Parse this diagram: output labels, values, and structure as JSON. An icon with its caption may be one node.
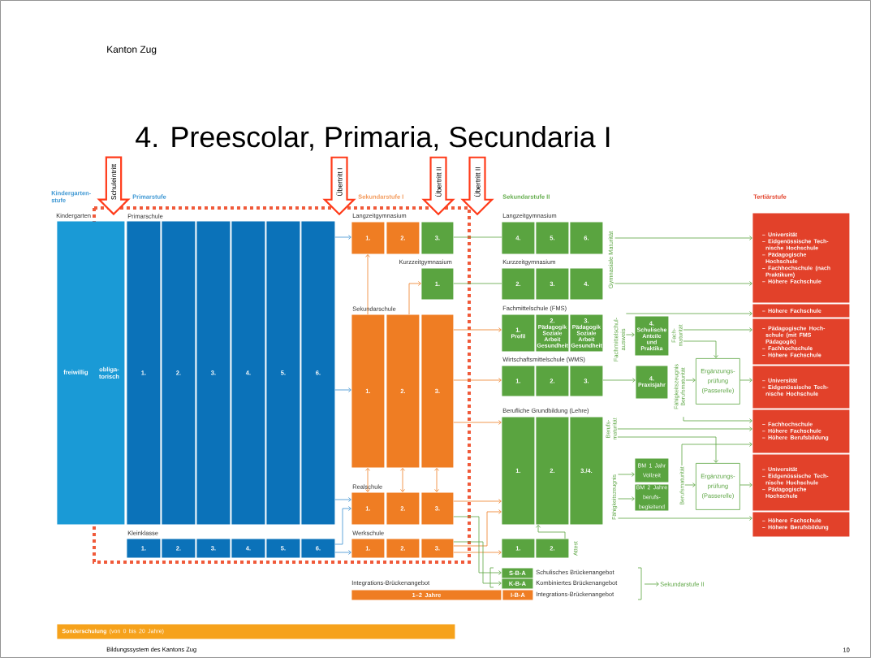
{
  "diagram": {
    "title": "4. Preescolar, Primaria, Secundaria I",
    "nodes": [
      {
        "text": [
          "freiwillig",
          "obliga- torisch"
        ]
      },
      {
        "text": [
          "1."
        ]
      },
      {
        "text": [
          "2."
        ]
      },
      {
        "text": [
          "3."
        ]
      },
      {
        "text": [
          "4."
        ]
      },
      {
        "text": [
          "5."
        ]
      },
      {
        "text": [
          "6."
        ]
      },
      {
        "text": [
          "1."
        ]
      },
      {
        "text": [
          "2."
        ]
      },
      {
        "text": [
          "3."
        ]
      },
      {
        "text": [
          "4."
        ]
      },
      {
        "text": [
          "5."
        ]
      },
      {
        "text": [
          "6."
        ]
      },
      {
        "text": [
          "1."
        ]
      },
      {
        "text": [
          "2."
        ]
      },
      {
        "text": [
          "3."
        ]
      },
      {
        "text": [
          "1."
        ]
      },
      {
        "text": [
          "1."
        ]
      },
      {
        "text": [
          "2."
        ]
      },
      {
        "text": [
          "3."
        ]
      },
      {
        "text": [
          "1."
        ]
      },
      {
        "text": [
          "2."
        ]
      },
      {
        "text": [
          "3."
        ]
      },
      {
        "text": [
          "1."
        ]
      },
      {
        "text": [
          "2."
        ]
      },
      {
        "text": [
          "3."
        ]
      },
      {
        "text": [
          "4."
        ]
      },
      {
        "text": [
          "5."
        ]
      },
      {
        "text": [
          "6."
        ]
      },
      {
        "text": [
          "2."
        ]
      },
      {
        "text": [
          "3."
        ]
      },
      {
        "text": [
          "4."
        ]
      },
      {
        "text": [
          "1.",
          "Profil"
        ]
      },
      {
        "text": [
          "2.",
          "Pädagogik Soziale Arbeit Gesundheit"
        ]
      },
      {
        "text": [
          "3.",
          "Pädagogik Soziale Arbeit Gesundheit"
        ]
      },
      {
        "text": [
          "1."
        ]
      },
      {
        "text": [
          "2."
        ]
      },
      {
        "text": [
          "3."
        ]
      },
      {
        "text": [
          "1."
        ]
      },
      {
        "text": [
          "2."
        ]
      },
      {
        "text": [
          "3./4."
        ]
      },
      {
        "text": [
          "1."
        ]
      },
      {
        "text": [
          "2."
        ]
      },
      {
        "text": [
          "S-B-A"
        ],
        "beside": [
          "Schulisches Brückenangebot"
        ]
      },
      {
        "text": [
          "K-B-A"
        ],
        "beside": [
          "Kombiniertes Brückenangebot"
        ]
      },
      {
        "text": [
          "1–2 Jahre"
        ],
        "beside": [
          "Integrations-Brückenangebot"
        ]
      },
      {
        "text": [
          "I-B-A"
        ],
        "beside": [
          "Integrations-Brückenangebot"
        ]
      },
      {
        "text": [
          "Sekundarstufe II"
        ]
      },
      {
        "text": [
          "Gymnasiale Maturität"
        ]
      },
      {
        "text": [
          "Fachmittelschul- ausweis"
        ]
      },
      {
        "text": [
          "4.",
          "Schulische Anteile und Praktika"
        ]
      },
      {
        "text": [
          "Fach- maturität"
        ]
      },
      {
        "text": [
          "4.",
          "Praxisjahr"
        ]
      },
      {
        "text": [
          "Fähigkeitszeugnis Berufsmaturität"
        ]
      },
      {
        "text": [
          "Ergänzungs- prüfung (Passerelle)"
        ]
      },
      {
        "text": [
          "Berufs- maturität"
        ]
      },
      {
        "text": [
          "Fähigkeitszeugnis"
        ]
      },
      {
        "text": [
          "BM 1 Jahr Vollzeit"
        ]
      },
      {
        "text": [
          "BM 2 Jahre berufs- begleitend"
        ]
      },
      {
        "text": [
          "Berufsmaturität"
        ]
      },
      {
        "text": [
          "Ergänzungs- prüfung (Passerelle)"
        ]
      },
      {
        "text": [
          "– Universität",
          "– Eidgenössische Tech- nische Hochschule",
          "– Pädagogische Hochschule",
          "– Fachhochschule (nach Praktikum)",
          "– Höhere Fachschule"
        ]
      },
      {
        "text": [
          "– Höhere Fachschule"
        ]
      },
      {
        "text": [
          "– Pädagogische Hoch- schule (mit FMS Pädagogik)",
          "– Fachhochschule",
          "– Höhere Fachschule"
        ]
      },
      {
        "text": [
          "– Universität",
          "– Eidgenössische Tech- nische Hochschule"
        ]
      },
      {
        "text": [
          "– Fachhochschule",
          "– Höhere Fachschule",
          "– Höhere Berufsbildung"
        ]
      },
      {
        "text": [
          "– Universität",
          "– Eidgenössische Tech- nische Hochschule",
          "– Pädagogische Hochschule"
        ]
      },
      {
        "text": [
          "– Höhere Fachschule",
          "– Höhere Berufsbildung"
        ]
      },
      {
        "text": [
          "Attest"
        ]
      },
      {
        "text": [
          "Schuleintritt"
        ]
      },
      {
        "text": [
          "Übertritt I"
        ]
      },
      {
        "text": [
          "Übertritt II"
        ]
      },
      {
        "text": [
          "Übertritt II"
        ]
      },
      {
        "text": [
          "**Sonderschulung** (von 0 bis 20 Jahre)"
        ]
      }
    ],
    "edges": [
      {
        "from": 6,
        "to": 13,
        "arrow": "to",
        "color": "#3a8fd0"
      },
      {
        "from": 6,
        "to": 17,
        "arrow": "to",
        "color": "#3a8fd0"
      },
      {
        "from": 6,
        "to": 20,
        "arrow": "to",
        "color": "#3a8fd0"
      },
      {
        "from": 12,
        "to": 20,
        "arrow": "to",
        "color": "#3a8fd0"
      },
      {
        "from": 12,
        "to": 23,
        "arrow": "to",
        "color": "#3a8fd0"
      },
      {
        "from": 17,
        "to": 13,
        "arrow": "to",
        "color": "#ef7d23"
      },
      {
        "from": 18,
        "to": 16,
        "arrow": "to",
        "color": "#ef7d23"
      },
      {
        "from": 17,
        "to": 20,
        "arrow": "both",
        "color": "#ef7d23"
      },
      {
        "from": 18,
        "to": 21,
        "arrow": "both",
        "color": "#ef7d23"
      },
      {
        "from": 19,
        "to": 22,
        "arrow": "both",
        "color": "#ef7d23"
      },
      {
        "from": 15,
        "to": 26,
        "arrow": "none"
      },
      {
        "from": 16,
        "to": 29,
        "arrow": "none"
      },
      {
        "from": 19,
        "to": 32,
        "arrow": "to",
        "color": "#ef7d23"
      },
      {
        "from": 19,
        "to": 35,
        "arrow": "to",
        "color": "#ef7d23"
      },
      {
        "from": 19,
        "to": 38,
        "arrow": "to",
        "color": "#ef7d23"
      },
      {
        "from": 22,
        "to": 38,
        "arrow": "to",
        "color": "#ef7d23"
      },
      {
        "from": 25,
        "to": 38,
        "arrow": "to",
        "color": "#ef7d23"
      },
      {
        "from": 25,
        "to": 41,
        "arrow": "to",
        "color": "#ef7d23"
      },
      {
        "from": 22,
        "to": 43,
        "arrow": "to"
      },
      {
        "from": 25,
        "to": 44,
        "arrow": "to"
      },
      {
        "from": 48,
        "to": 61,
        "arrow": "to"
      },
      {
        "from": 48,
        "to": 61,
        "arrow": "to"
      },
      {
        "from": 49,
        "to": 62,
        "arrow": "to"
      },
      {
        "from": 49,
        "to": 50,
        "arrow": "to"
      },
      {
        "from": 51,
        "to": 63,
        "arrow": "to"
      },
      {
        "from": 51,
        "to": 54,
        "arrow": "to"
      },
      {
        "from": 37,
        "to": 52,
        "arrow": "to"
      },
      {
        "from": 53,
        "to": 54,
        "arrow": "to"
      },
      {
        "from": 54,
        "to": 64,
        "arrow": "to"
      },
      {
        "from": 53,
        "to": 65,
        "arrow": "to"
      },
      {
        "from": 55,
        "to": 65,
        "arrow": "to"
      },
      {
        "from": 55,
        "to": 60,
        "arrow": "to"
      },
      {
        "from": 56,
        "to": 57,
        "arrow": "to"
      },
      {
        "from": 56,
        "to": 58,
        "arrow": "to"
      },
      {
        "from": 59,
        "to": 65,
        "arrow": "to"
      },
      {
        "from": 59,
        "to": 60,
        "arrow": "to"
      },
      {
        "from": 60,
        "to": 66,
        "arrow": "to"
      },
      {
        "from": 56,
        "to": 67,
        "arrow": "to"
      },
      {
        "from": 42,
        "to": 39,
        "arrow": "to"
      },
      {
        "from": null,
        "to": 47,
        "arrow": "to"
      }
    ],
    "labels": [
      "Kanton Zug",
      "Kindergarten- stufe",
      "Primarstufe",
      "Sekundarstufe I",
      "Sekundarstufe II",
      "Tertiärstufe",
      "Kindergarten",
      "Primarschule",
      "Langzeitgymnasium",
      "Langzeitgymnasium",
      "Kurzzeitgymnasium",
      "Kurzzeitgymnasium",
      "Sekundarschule",
      "Fachmittelschule (FMS)",
      "Wirtschaftsmittelschule (WMS)",
      "Berufliche Grundbildung (Lehre)",
      "Realschule",
      "Kleinklasse",
      "Werkschule",
      "Bildungssystem des Kantons Zug",
      "10"
    ]
  }
}
